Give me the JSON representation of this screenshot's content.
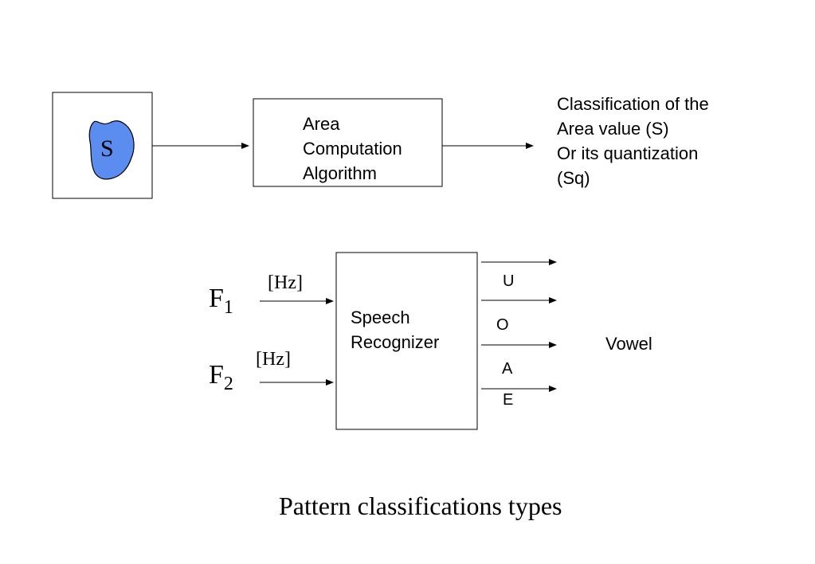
{
  "top": {
    "shape_label": "S",
    "shape_fill": "#5b8cf0",
    "algorithm_lines": [
      "Area",
      "Computation",
      "Algorithm"
    ],
    "output_lines": [
      "Classification of the",
      "Area value (S)",
      "Or its quantization",
      "(Sq)"
    ]
  },
  "bottom": {
    "inputs": [
      {
        "letter": "F",
        "subscript": "1",
        "unit": "[Hz]"
      },
      {
        "letter": "F",
        "subscript": "2",
        "unit": "[Hz]"
      }
    ],
    "recognizer_lines": [
      "Speech",
      "Recognizer"
    ],
    "outputs": [
      "U",
      "O",
      "A",
      "E"
    ],
    "output_label": "Vowel"
  },
  "caption": "Pattern classifications types"
}
